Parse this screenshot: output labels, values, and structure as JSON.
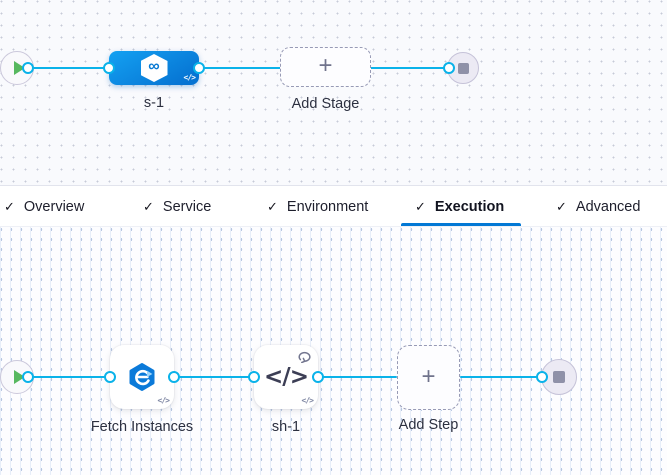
{
  "stage_canvas": {
    "stage": {
      "label": "s-1"
    },
    "add_stage": {
      "label": "Add Stage"
    }
  },
  "tabs": {
    "items": [
      {
        "label": "Overview",
        "checked": true
      },
      {
        "label": "Service",
        "checked": true
      },
      {
        "label": "Environment",
        "checked": true
      },
      {
        "label": "Execution",
        "checked": true
      },
      {
        "label": "Advanced",
        "checked": true
      }
    ],
    "active": "Execution"
  },
  "execution_canvas": {
    "steps": [
      {
        "label": "Fetch Instances"
      },
      {
        "label": "sh-1"
      }
    ],
    "add_step": {
      "label": "Add Step"
    }
  },
  "icons": {
    "check": "✓",
    "plus": "+",
    "infinity": "∞",
    "code": "</>"
  },
  "colors": {
    "edge": "#0ab2e9",
    "active_tab": "#0278d5",
    "stage_blue_start": "#14a1f2",
    "stage_blue_end": "#0673d2",
    "play_green": "#57b85f",
    "stop_gray": "#8f91a8"
  }
}
